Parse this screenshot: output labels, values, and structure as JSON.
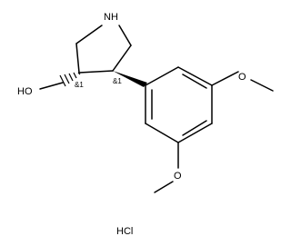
{
  "molecule": {
    "atoms": {
      "nh": "NH",
      "ho": "HO",
      "o_top": "O",
      "o_bottom": "O"
    },
    "stereo_labels": {
      "c3": "&1",
      "c4": "&1"
    },
    "salt": "HCl"
  },
  "colors": {
    "ink": "#000000",
    "background": "#ffffff"
  }
}
